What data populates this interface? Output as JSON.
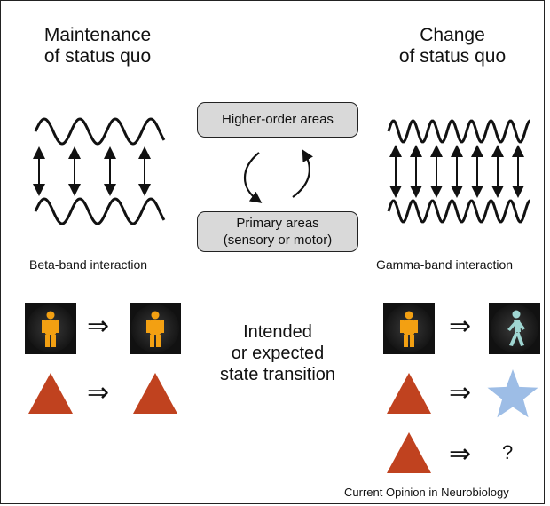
{
  "left_column": {
    "heading_line1": "Maintenance",
    "heading_line2": "of status quo",
    "caption": "Beta-band interaction"
  },
  "right_column": {
    "heading_line1": "Change",
    "heading_line2": "of status quo",
    "caption": "Gamma-band interaction"
  },
  "center": {
    "higher_box": "Higher-order areas",
    "primary_box_line1": "Primary areas",
    "primary_box_line2": "(sensory or motor)",
    "transition_line1": "Intended",
    "transition_line2": "or expected",
    "transition_line3": "state transition"
  },
  "transition_symbol": "⇒",
  "unknown_outcome": "?",
  "footer": "Current Opinion in Neurobiology",
  "colors": {
    "triangle": "#c0421f",
    "star": "#9dbde6",
    "box_fill": "#d9d9d9",
    "pedestrian_amber": "#f3a012",
    "pedestrian_green": "#9fd6d2"
  },
  "icons": [
    "red-pedestrian-signal-icon",
    "green-pedestrian-signal-icon",
    "triangle-icon",
    "star-icon"
  ]
}
